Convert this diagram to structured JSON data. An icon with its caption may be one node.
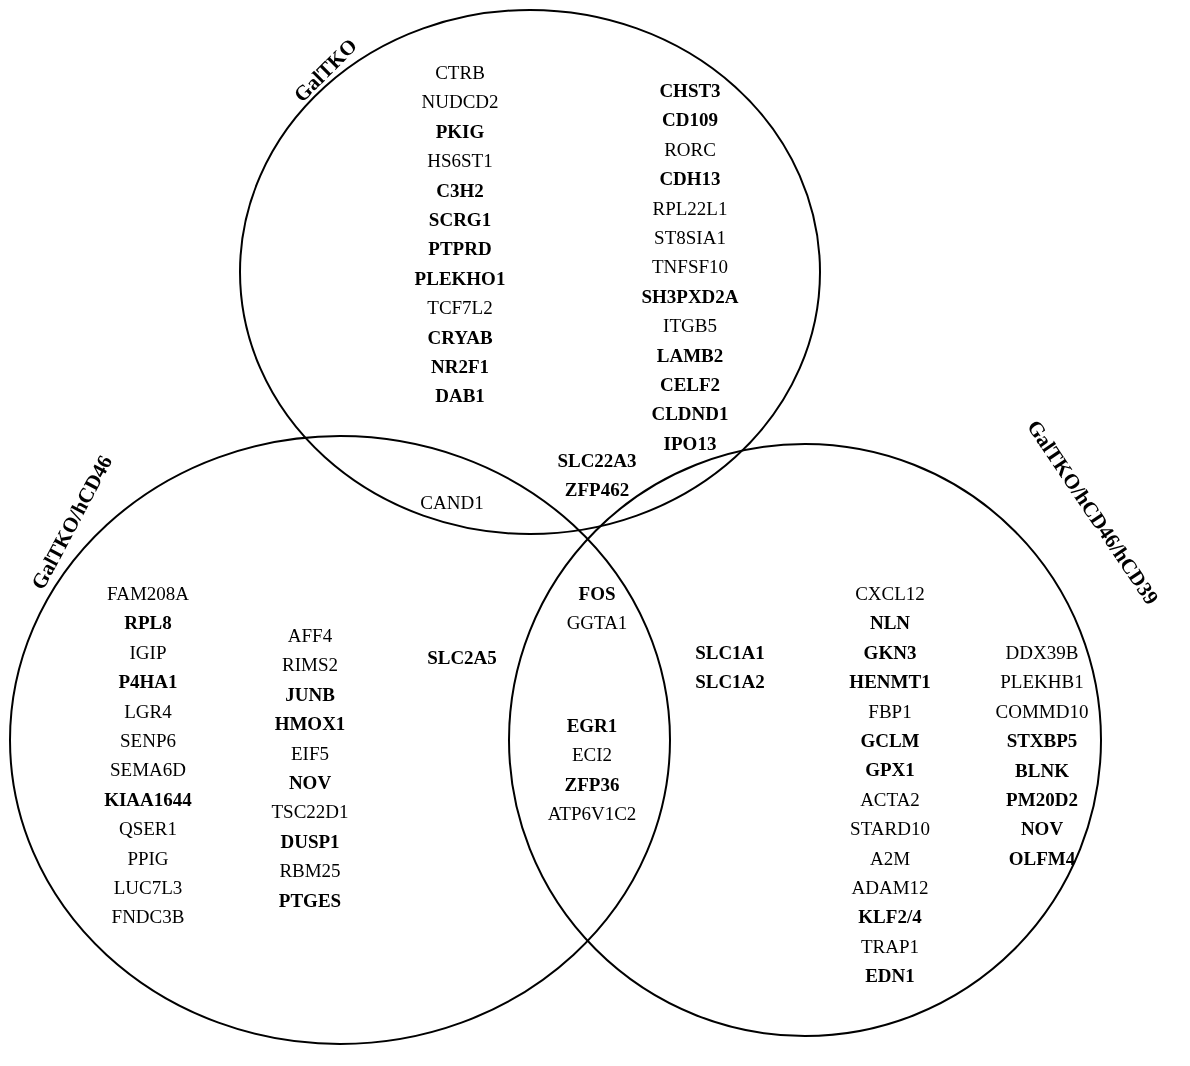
{
  "diagram": {
    "nodes": [
      {
        "text": [
          "GalTKO"
        ]
      },
      {
        "text": [
          "GalTKO/hCD46"
        ]
      },
      {
        "text": [
          "GalTKO/hCD46/hCD39"
        ]
      }
    ],
    "labels": [
      "CTRB",
      "NUDCD2",
      "PKIG",
      "HS6ST1",
      "C3H2",
      "SCRG1",
      "PTPRD",
      "PLEKHO1",
      "TCF7L2",
      "CRYAB",
      "NR2F1",
      "DAB1",
      "CHST3",
      "CD109",
      "RORC",
      "CDH13",
      "RPL22L1",
      "ST8SIA1",
      "TNFSF10",
      "SH3PXD2A",
      "ITGB5",
      "LAMB2",
      "CELF2",
      "CLDND1",
      "IPO13",
      "SLC22A3",
      "ZFP462",
      "CAND1",
      "FOS",
      "GGTA1",
      "FAM208A",
      "RPL8",
      "IGIP",
      "P4HA1",
      "LGR4",
      "SENP6",
      "SEMA6D",
      "KIAA1644",
      "QSER1",
      "PPIG",
      "LUC7L3",
      "FNDC3B",
      "AFF4",
      "RIMS2",
      "JUNB",
      "HMOX1",
      "EIF5",
      "NOV",
      "TSC22D1",
      "DUSP1",
      "RBM25",
      "PTGES",
      "SLC2A5",
      "SLC1A1",
      "SLC1A2",
      "EGR1",
      "ECI2",
      "ZFP36",
      "ATP6V1C2",
      "CXCL12",
      "NLN",
      "GKN3",
      "HENMT1",
      "FBP1",
      "GCLM",
      "GPX1",
      "ACTA2",
      "STARD10",
      "A2M",
      "ADAM12",
      "KLF2/4",
      "TRAP1",
      "EDN1",
      "DDX39B",
      "PLEKHB1",
      "COMMD10",
      "STXBP5",
      "BLNK",
      "PM20D2",
      "NOV",
      "OLFM4"
    ]
  }
}
